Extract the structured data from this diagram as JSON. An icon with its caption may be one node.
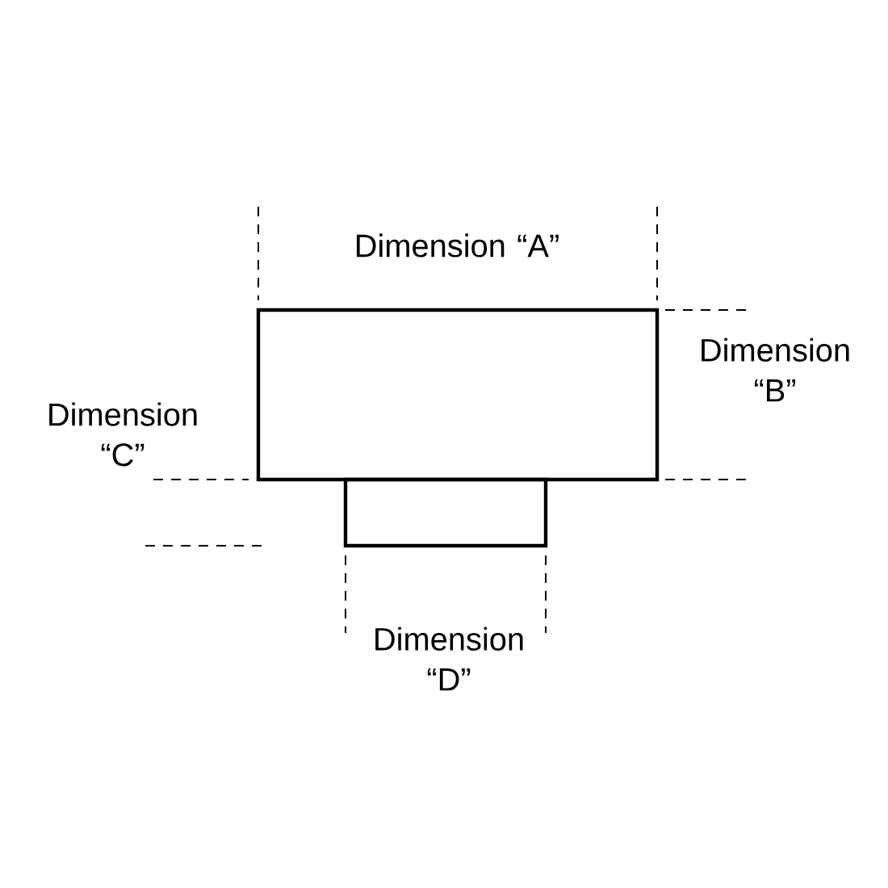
{
  "diagram": {
    "nodes": [
      {
        "text": [],
        "shape": "box"
      },
      {
        "text": [],
        "shape": "box"
      }
    ],
    "labels": [
      "Dimension “A”",
      "Dimension “B”",
      "Dimension “C”",
      "Dimension “D”"
    ]
  }
}
